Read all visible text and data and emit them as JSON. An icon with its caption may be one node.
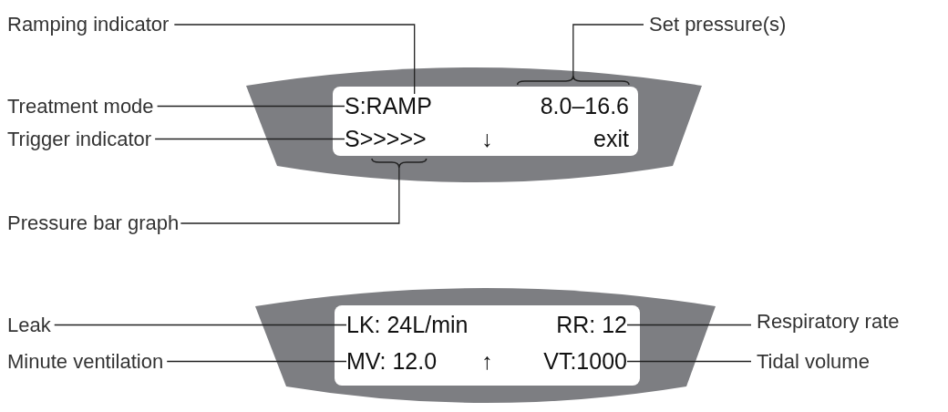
{
  "diagram": {
    "nodes": [
      {
        "text": [],
        "shape": "box"
      },
      {
        "text": [],
        "shape": "box",
        "in": 0
      },
      {
        "text": [
          "S:RAMP"
        ],
        "in": 1
      },
      {
        "text": [
          "8.0–16.6"
        ],
        "in": 1
      },
      {
        "text": [
          "S>>>>>"
        ],
        "in": 1
      },
      {
        "text": [
          "↓"
        ],
        "in": 1
      },
      {
        "text": [
          "exit"
        ],
        "in": 1
      },
      {
        "text": [
          "Ramping indicator"
        ]
      },
      {
        "text": [
          "Treatment mode"
        ]
      },
      {
        "text": [
          "Trigger indicator"
        ]
      },
      {
        "text": [
          "Pressure bar graph"
        ]
      },
      {
        "text": [
          "Set pressure(s)"
        ]
      },
      {
        "text": [],
        "shape": "box"
      },
      {
        "text": [],
        "shape": "box",
        "in": 12
      },
      {
        "text": [
          "LK: 24L/min"
        ],
        "in": 13
      },
      {
        "text": [
          "RR: 12"
        ],
        "in": 13
      },
      {
        "text": [
          "MV: 12.0"
        ],
        "in": 13
      },
      {
        "text": [
          "↑"
        ],
        "in": 13
      },
      {
        "text": [
          "VT:1000"
        ],
        "in": 13
      },
      {
        "text": [
          "Leak"
        ]
      },
      {
        "text": [
          "Minute ventilation"
        ]
      },
      {
        "text": [
          "Respiratory rate"
        ]
      },
      {
        "text": [
          "Tidal volume"
        ]
      }
    ],
    "edges": [
      {
        "from": 7,
        "to": 2,
        "arrow": "none"
      },
      {
        "from": 8,
        "to": 2,
        "arrow": "none"
      },
      {
        "from": 9,
        "to": 4,
        "arrow": "none"
      },
      {
        "from": 10,
        "to": 4,
        "arrow": "none"
      },
      {
        "from": 11,
        "to": 3,
        "arrow": "none"
      },
      {
        "from": 19,
        "to": 14,
        "arrow": "none"
      },
      {
        "from": 20,
        "to": 16,
        "arrow": "none"
      },
      {
        "from": 21,
        "to": 15,
        "arrow": "none"
      },
      {
        "from": 22,
        "to": 18,
        "arrow": "none"
      }
    ]
  }
}
